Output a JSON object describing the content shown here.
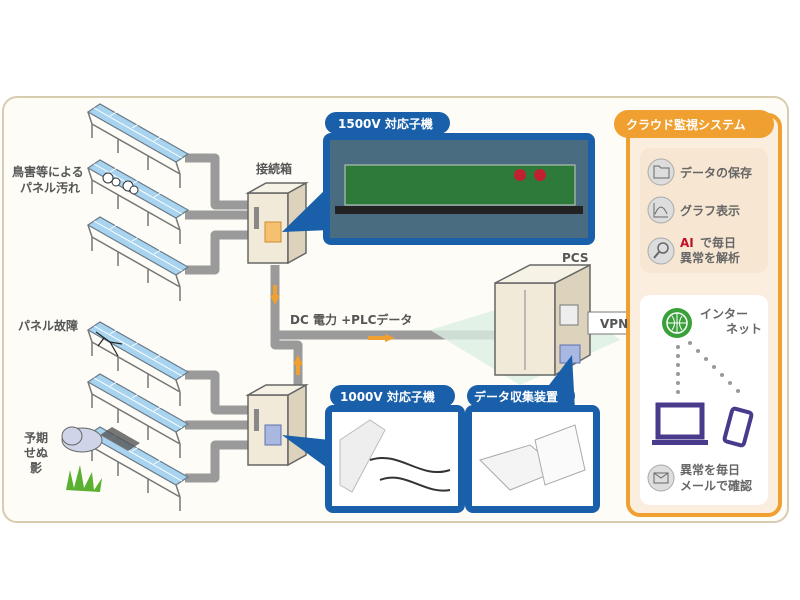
{
  "colors": {
    "accent_orange": "#f0a030",
    "callout_blue": "#1a5faa",
    "panel_blue": "#a8d4f0",
    "cable_gray": "#9a9a9a",
    "device_purple": "#4a3a8c",
    "internet_green": "#3aa03a",
    "ai_red": "#c0102a"
  },
  "labels": {
    "bird_dirt": [
      "鳥害等による",
      "パネル汚れ"
    ],
    "panel_failure": "パネル故障",
    "shadow": [
      "予期",
      "せぬ",
      "影"
    ],
    "junction_box": "接続箱",
    "dc_line": "DC 電力 +PLCデータ",
    "pcs": "PCS",
    "vpn": "VPN"
  },
  "callouts": {
    "unit_1500v": "1500V 対応子機",
    "unit_1000v": "1000V 対応子機",
    "collector": "データ収集装置"
  },
  "cloud": {
    "title": "クラウド監視システム",
    "features": [
      {
        "icon": "folder-icon",
        "text": [
          "データの保存"
        ]
      },
      {
        "icon": "graph-icon",
        "text": [
          "グラフ表示"
        ]
      },
      {
        "icon": "magnifier-icon",
        "ai": "AI",
        "text": [
          "で毎日",
          "異常を解析"
        ]
      }
    ],
    "internet": [
      "インター",
      "ネット"
    ],
    "mail": {
      "icon": "mail-icon",
      "text": [
        "異常を毎日",
        "メールで確認"
      ]
    }
  }
}
